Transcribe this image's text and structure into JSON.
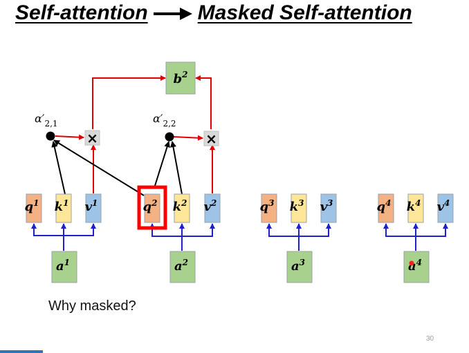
{
  "title": {
    "left": "Self-attention",
    "right": "Masked Self-attention"
  },
  "diagram": {
    "output": {
      "base": "b",
      "sup": "2"
    },
    "alphas": [
      {
        "base": "α′",
        "sub": "2,1"
      },
      {
        "base": "α′",
        "sub": "2,2"
      }
    ],
    "multiply_symbol": "×",
    "groups": [
      {
        "q": {
          "base": "q",
          "sup": "1"
        },
        "k": {
          "base": "k",
          "sup": "1"
        },
        "v": {
          "base": "v",
          "sup": "1"
        },
        "a": {
          "base": "a",
          "sup": "1"
        }
      },
      {
        "q": {
          "base": "q",
          "sup": "2"
        },
        "k": {
          "base": "k",
          "sup": "2"
        },
        "v": {
          "base": "v",
          "sup": "2"
        },
        "a": {
          "base": "a",
          "sup": "2"
        }
      },
      {
        "q": {
          "base": "q",
          "sup": "3"
        },
        "k": {
          "base": "k",
          "sup": "3"
        },
        "v": {
          "base": "v",
          "sup": "3"
        },
        "a": {
          "base": "a",
          "sup": "3"
        }
      },
      {
        "q": {
          "base": "q",
          "sup": "4"
        },
        "k": {
          "base": "k",
          "sup": "4"
        },
        "v": {
          "base": "v",
          "sup": "4"
        },
        "a": {
          "base": "a",
          "sup": "4"
        }
      }
    ],
    "colors": {
      "query": "#f4b183",
      "key": "#ffe699",
      "value": "#9dc3e6",
      "input": "#a9d18e",
      "red_arrow": "#e00000",
      "blue_line": "#1f1fcc",
      "highlight": "#ff0000"
    }
  },
  "question": "Why masked?",
  "page_number": "30"
}
